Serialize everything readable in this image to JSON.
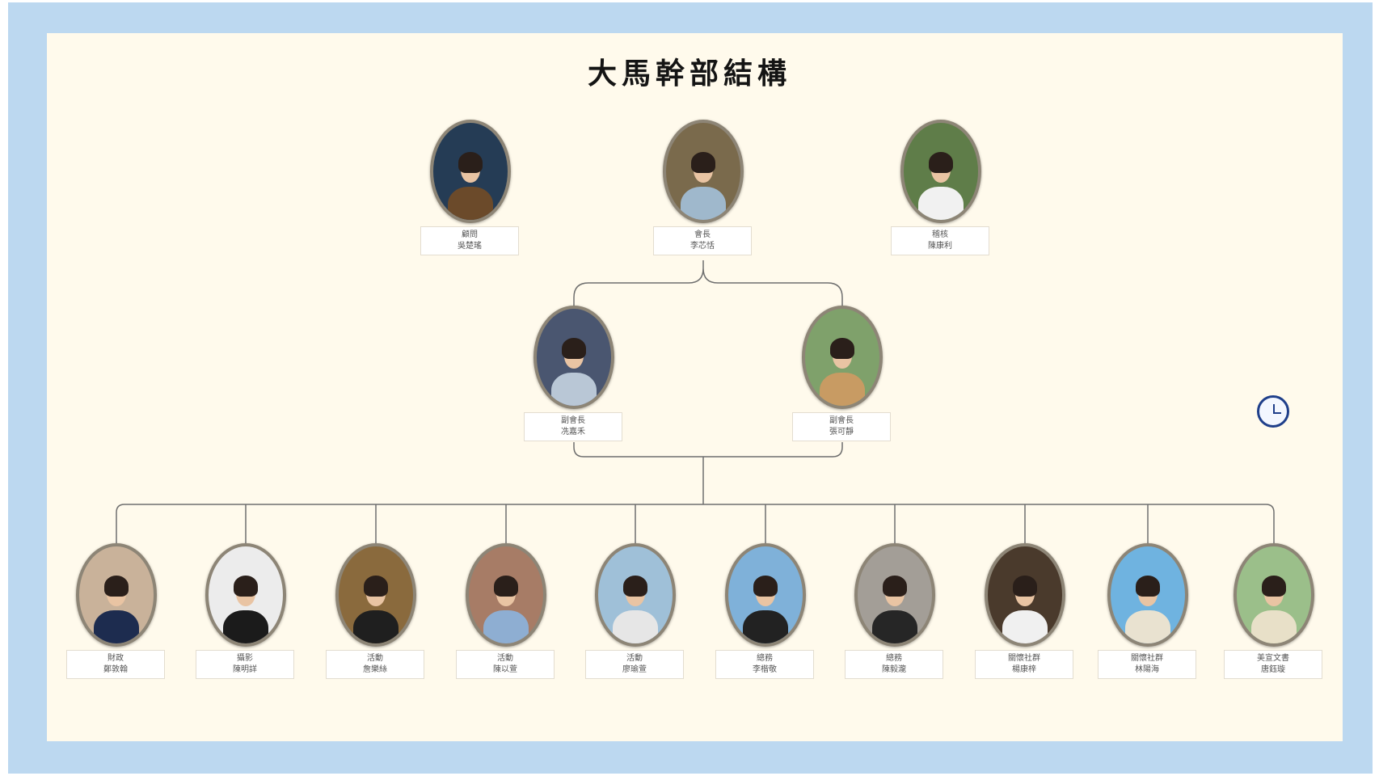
{
  "title": "大馬幹部結構",
  "colors": {
    "frame": "#bcd8f0",
    "canvas": "#fffaec",
    "connector": "#6e6e6e"
  },
  "top": [
    {
      "role": "顧問",
      "name": "吳楚瑤",
      "bg": "#253c55",
      "shirt": "#6b4a2a"
    },
    {
      "role": "會長",
      "name": "李芯恬",
      "bg": "#7a6a4c",
      "shirt": "#9fb8cc"
    },
    {
      "role": "稽核",
      "name": "陳康利",
      "bg": "#5f7d49",
      "shirt": "#f1f1f1"
    }
  ],
  "vice": [
    {
      "role": "副會長",
      "name": "冼嘉禾",
      "bg": "#4a5670",
      "shirt": "#b9c7d6"
    },
    {
      "role": "副會長",
      "name": "張可靜",
      "bg": "#7fa16b",
      "shirt": "#c89b63"
    }
  ],
  "members": [
    {
      "role": "財政",
      "name": "鄭敦翰",
      "bg": "#c9b29a",
      "shirt": "#1d2c4f"
    },
    {
      "role": "攝影",
      "name": "陳明詳",
      "bg": "#ececec",
      "shirt": "#1b1b1b"
    },
    {
      "role": "活動",
      "name": "詹樂絲",
      "bg": "#8a6a3d",
      "shirt": "#1f1f1f"
    },
    {
      "role": "活動",
      "name": "陳以萱",
      "bg": "#a77c66",
      "shirt": "#8eaed2"
    },
    {
      "role": "活動",
      "name": "廖瑜萱",
      "bg": "#9fc0d8",
      "shirt": "#e6e6e6"
    },
    {
      "role": "總務",
      "name": "李楷敬",
      "bg": "#7fb1d9",
      "shirt": "#222222"
    },
    {
      "role": "總務",
      "name": "陳毅瀧",
      "bg": "#a39e97",
      "shirt": "#262626"
    },
    {
      "role": "關懷社群",
      "name": "楊康梓",
      "bg": "#4a3a2c",
      "shirt": "#f0f0f0"
    },
    {
      "role": "關懷社群",
      "name": "林陽海",
      "bg": "#6fb3e0",
      "shirt": "#e9e2d0"
    },
    {
      "role": "美宣文書",
      "name": "唐鈺璇",
      "bg": "#9bbf8a",
      "shirt": "#e8e0c8"
    }
  ],
  "icons": {
    "clock": "clock-icon"
  }
}
